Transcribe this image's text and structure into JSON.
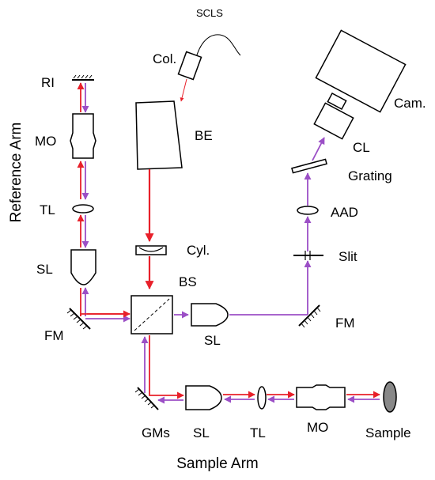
{
  "colors": {
    "red_beam": "#e8202a",
    "purple_beam": "#9b4fc6",
    "outline": "#000000",
    "sample_fill": "#888888"
  },
  "labels": {
    "scls": "SCLS",
    "col": "Col.",
    "be": "BE",
    "cyl": "Cyl.",
    "bs": "BS",
    "cam": "Cam.",
    "cl": "CL",
    "grating": "Grating",
    "aad": "AAD",
    "slit": "Slit",
    "fm_right": "FM",
    "sl_det": "SL",
    "ri": "RI",
    "mo_ref": "MO",
    "tl_ref": "TL",
    "sl_ref": "SL",
    "fm_left": "FM",
    "gms": "GMs",
    "sl_sample": "SL",
    "tl_sample": "TL",
    "mo_sample": "MO",
    "sample": "Sample",
    "reference_arm": "Reference Arm",
    "sample_arm": "Sample Arm"
  }
}
